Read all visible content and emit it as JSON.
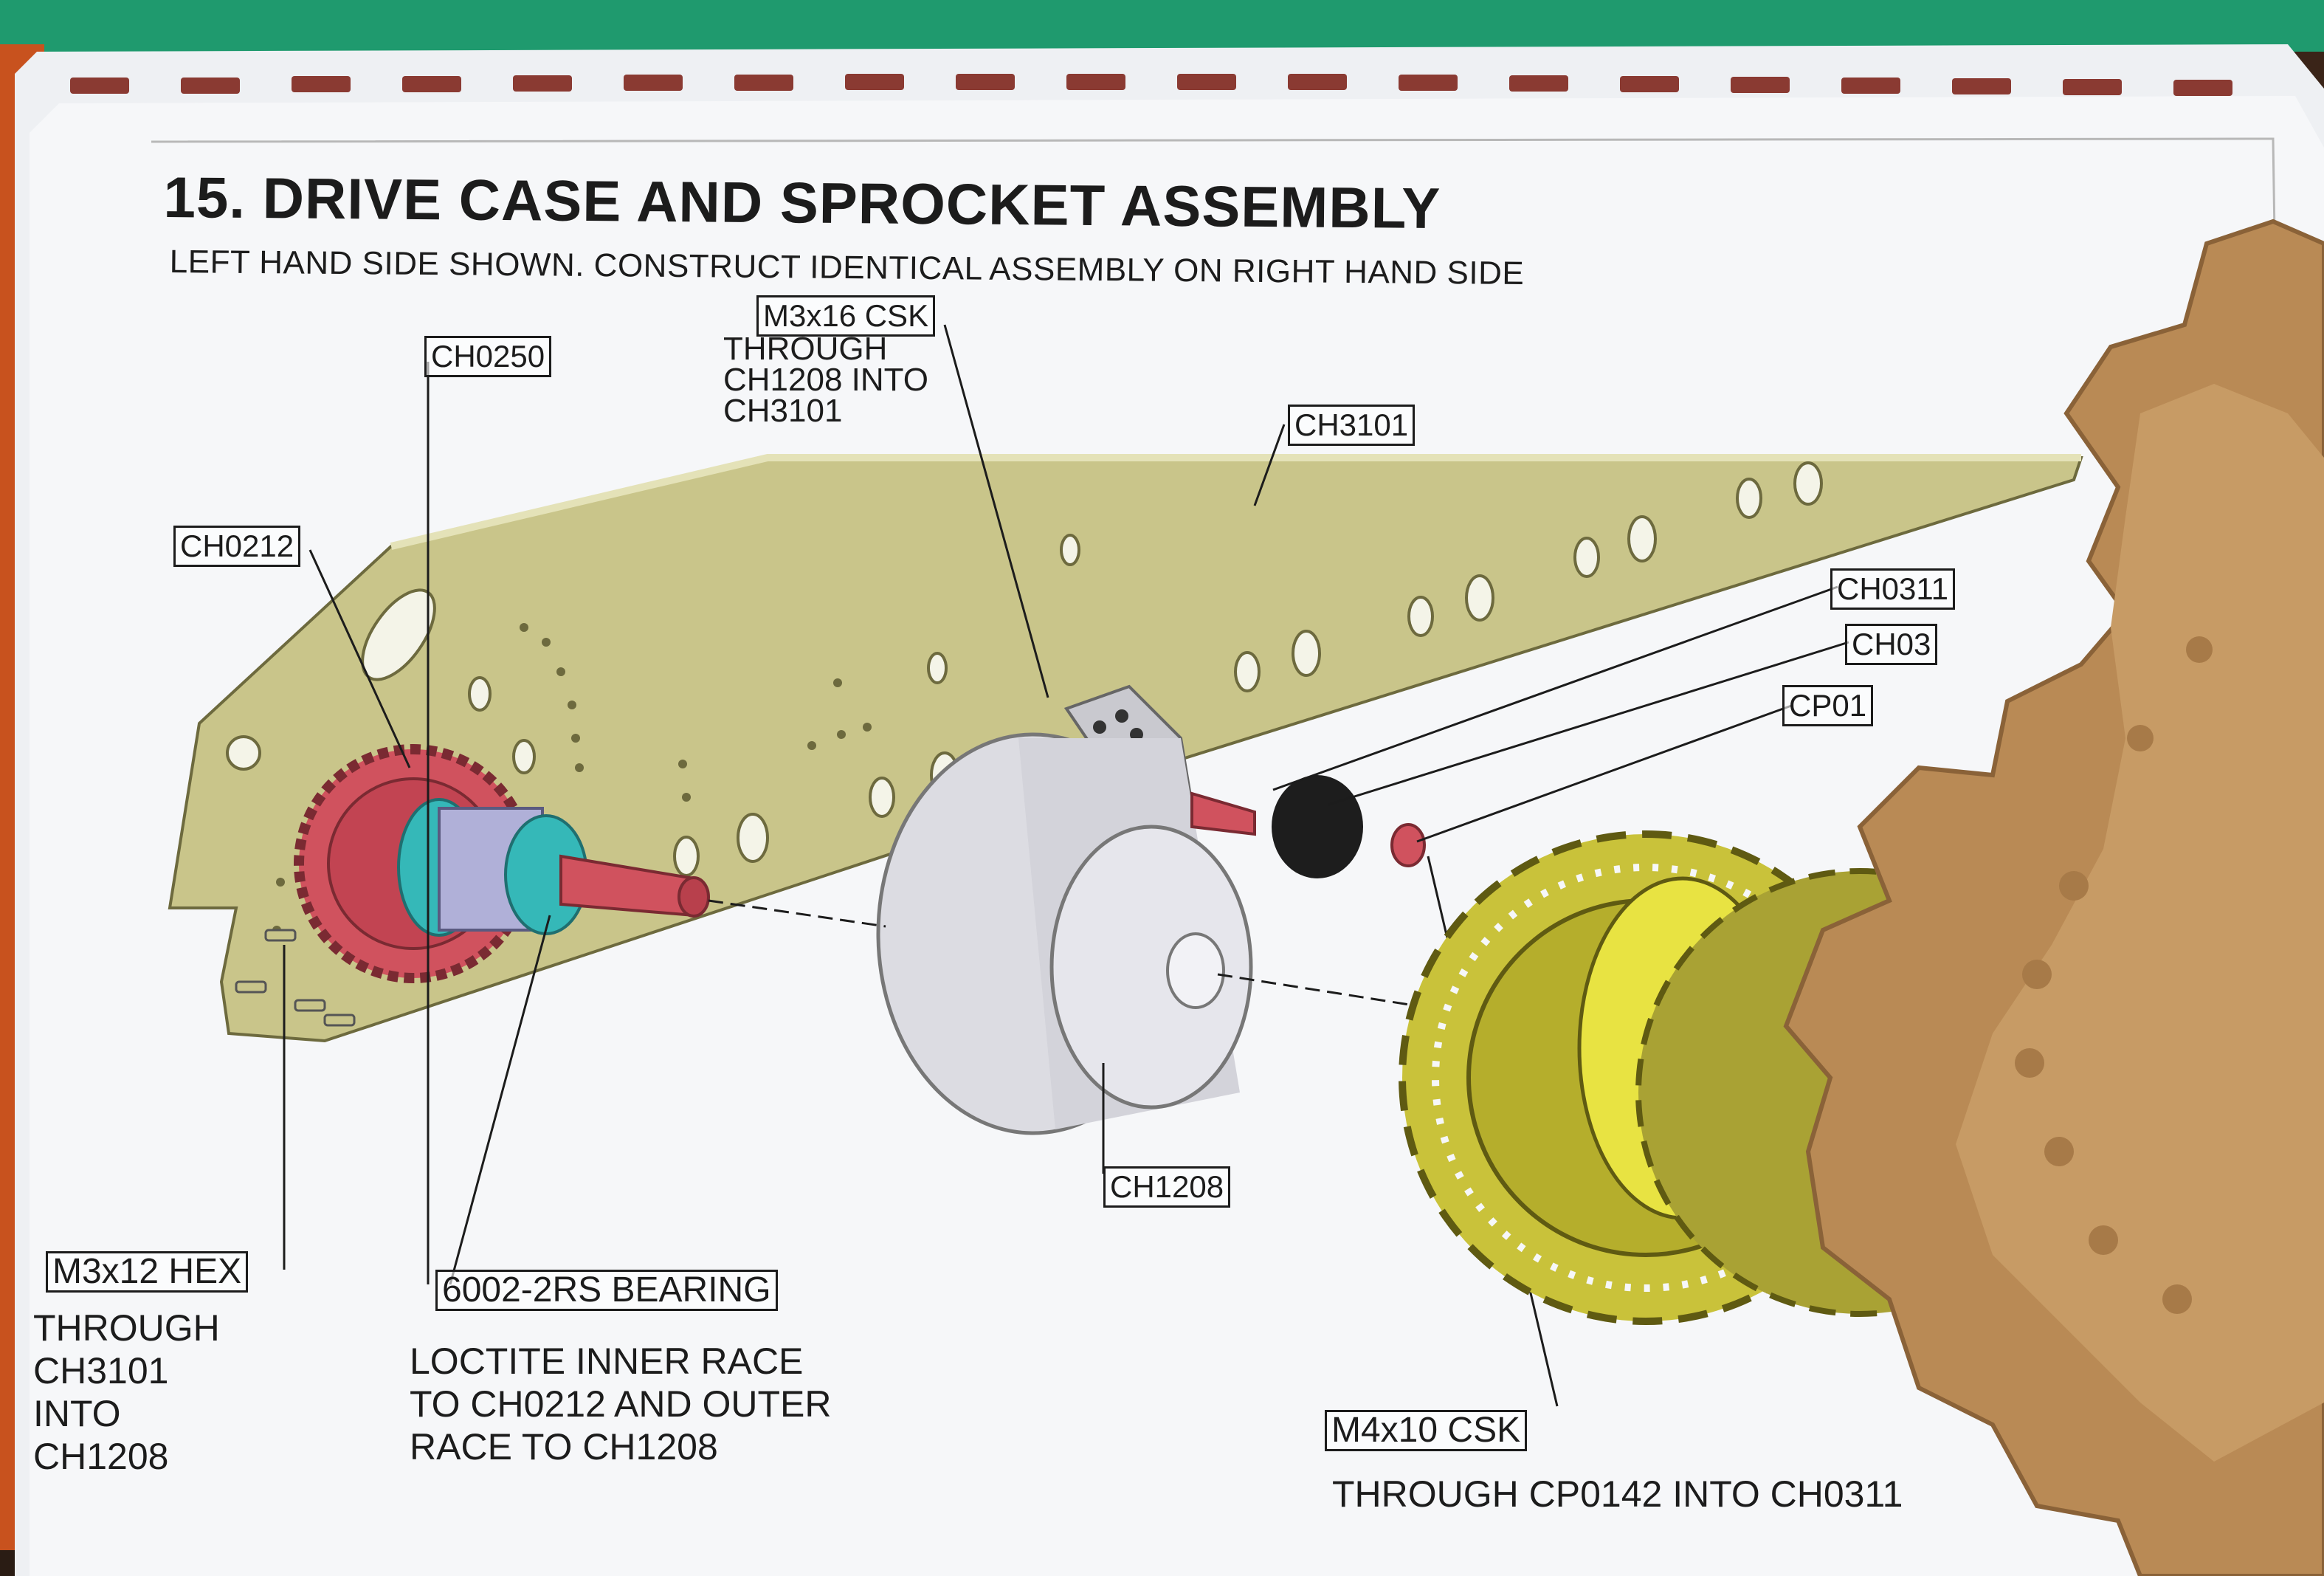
{
  "title": "15. DRIVE CASE AND SPROCKET ASSEMBLY",
  "subtitle": "LEFT HAND SIDE SHOWN. CONSTRUCT IDENTICAL ASSEMBLY ON RIGHT HAND SIDE",
  "labels": {
    "ch0250": "CH0250",
    "m3x16": "M3x16 CSK",
    "m3x16_note": "THROUGH\nCH1208 INTO\nCH3101",
    "ch3101": "CH3101",
    "ch0212": "CH0212",
    "ch0311": "CH0311",
    "ch03": "CH03",
    "cp01": "CP01",
    "ch1208": "CH1208",
    "m3x12": "M3x12 HEX",
    "m3x12_note": "THROUGH\nCH3101\nINTO\nCH1208",
    "bearing": "6002-2RS BEARING",
    "bearing_note": "LOCTITE INNER RACE\nTO CH0212 AND OUTER\nRACE TO CH1208",
    "m4x10": "M4x10 CSK",
    "m4x10_note": "THROUGH CP0142 INTO CH0311"
  },
  "colors": {
    "plate": "#c9c58a",
    "gear": "#d0525e",
    "bearing_teal": "#35b8b8",
    "case": "#d8d8dc",
    "sprocket": "#c9c23a",
    "cardboard": "#b98a55",
    "paper": "#f4f5f7"
  }
}
